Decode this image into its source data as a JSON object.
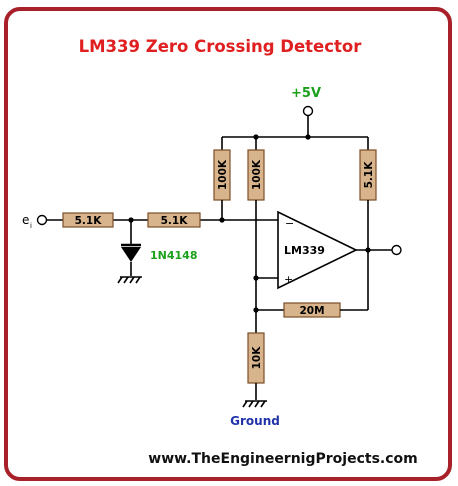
{
  "title": "LM339 Zero Crossing Detector",
  "supply": {
    "label": "+5V"
  },
  "input": {
    "label": "e",
    "subscript": "i"
  },
  "resistors": {
    "r_in1": "5.1K",
    "r_in2": "5.1K",
    "r_pull1": "100K",
    "r_pull2": "100K",
    "r_out": "5.1K",
    "r_fb": "20M",
    "r_gnd": "10K"
  },
  "diode": {
    "label": "1N4148"
  },
  "comparator": {
    "label": "LM339",
    "minus": "−",
    "plus": "+"
  },
  "ground": {
    "label": "Ground"
  },
  "footer": {
    "url": "www.TheEngineernigProjects.com"
  },
  "colors": {
    "border": "#a8202a",
    "title": "#e02020",
    "supply": "#1aa01a",
    "diode_label": "#1aa01a",
    "ground_label": "#2233aa",
    "resistor_fill": "#d8b48d"
  }
}
